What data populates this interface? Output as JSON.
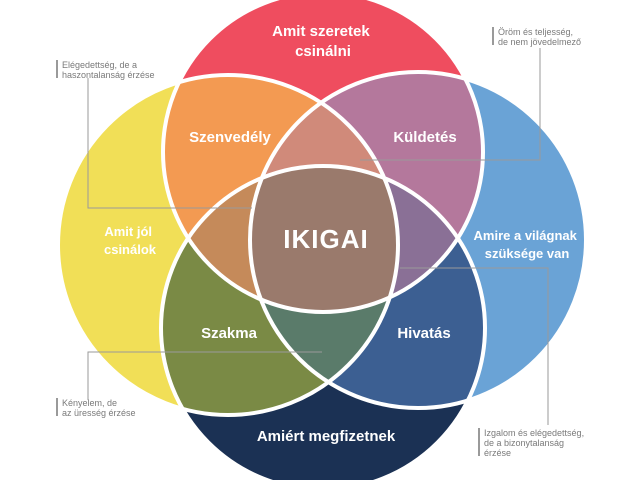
{
  "center": "IKIGAI",
  "circles": {
    "love": {
      "line1": "Amit szeretek",
      "line2": "csinálni",
      "color": "#ef4d5f"
    },
    "good": {
      "line1": "Amit jól",
      "line2": "csinálok",
      "color": "#f1df57"
    },
    "world": {
      "line1": "Amire a világnak",
      "line2": "szüksége van",
      "color": "#6aa3d6"
    },
    "paid": {
      "line1": "Amiért megfizetnek",
      "color": "#1b3154"
    }
  },
  "overlaps": {
    "passion": {
      "label": "Szenvedély",
      "color": "#f39a52"
    },
    "mission": {
      "label": "Küldetés",
      "color": "#b4789c"
    },
    "profession": {
      "label": "Szakma",
      "color": "#7a8a45"
    },
    "vocation": {
      "label": "Hivatás",
      "color": "#3c5f92"
    },
    "middle": {
      "color": "#9a7a6c"
    }
  },
  "notes": {
    "top_left": [
      "Elégedettség, de a",
      "haszontalanság érzése"
    ],
    "top_right": [
      "Öröm és teljesség,",
      "de nem jövedelmező"
    ],
    "bottom_left": [
      "Kényelem, de",
      "az üresség érzése"
    ],
    "bottom_right": [
      "Izgalom és elégedettség,",
      "de a bizonytalanság",
      "érzése"
    ]
  }
}
